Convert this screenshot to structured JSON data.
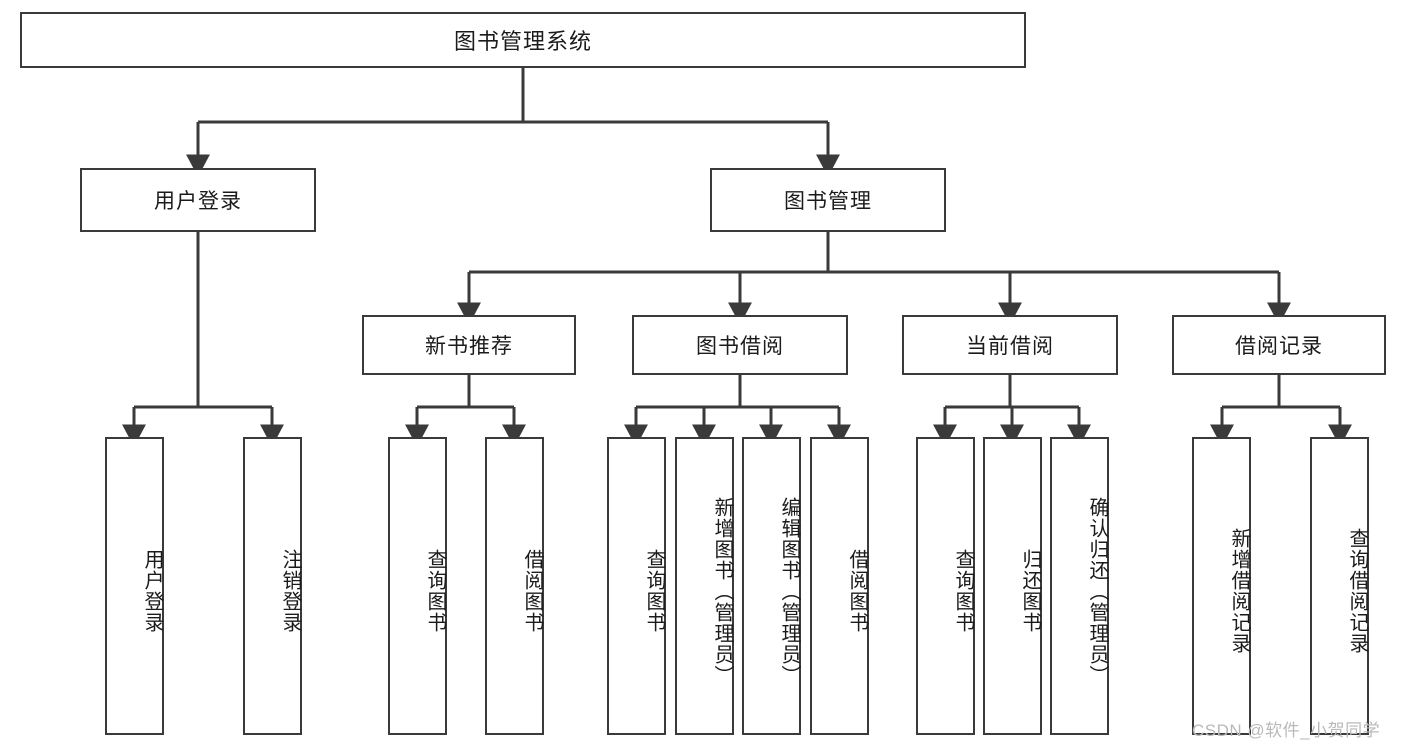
{
  "diagram": {
    "title": "图书管理系统",
    "type": "hierarchy-tree",
    "watermark": "CSDN @软件_小贺同学",
    "colors": {
      "box_border": "#3a3a3a",
      "box_fill": "#ffffff",
      "connector": "#3a3a3a",
      "text": "#1b1b1b",
      "watermark": "#b9b9b9"
    },
    "levels": {
      "root": {
        "label": "图书管理系统"
      },
      "level2": [
        {
          "label": "用户登录"
        },
        {
          "label": "图书管理"
        }
      ],
      "level3": [
        {
          "label": "新书推荐"
        },
        {
          "label": "图书借阅"
        },
        {
          "label": "当前借阅"
        },
        {
          "label": "借阅记录"
        }
      ],
      "leaves": {
        "user_login": [
          {
            "label": "用户登录"
          },
          {
            "label": "注销登录"
          }
        ],
        "new_book_recommend": [
          {
            "label": "查询图书"
          },
          {
            "label": "借阅图书"
          }
        ],
        "book_borrow": [
          {
            "label": "查询图书"
          },
          {
            "label": "新增图书（管理员）"
          },
          {
            "label": "编辑图书（管理员）"
          },
          {
            "label": "借阅图书"
          }
        ],
        "current_borrow": [
          {
            "label": "查询图书"
          },
          {
            "label": "归还图书"
          },
          {
            "label": "确认归还（管理员）"
          }
        ],
        "borrow_record": [
          {
            "label": "新增借阅记录"
          },
          {
            "label": "查询借阅记录"
          }
        ]
      }
    }
  }
}
